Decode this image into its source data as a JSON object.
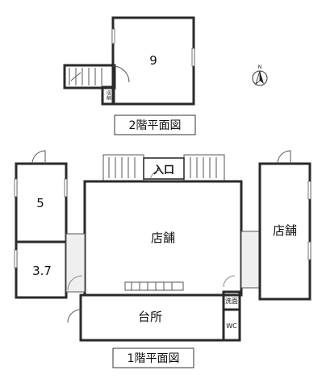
{
  "floor2": {
    "title": "2階平面図",
    "rooms": {
      "room9": "9",
      "storage": "収納"
    }
  },
  "floor1": {
    "title": "1階平面図",
    "rooms": {
      "entrance": "入口",
      "shop_main": "店舗",
      "shop_right": "店舗",
      "room5": "5",
      "room37": "3.7",
      "kitchen": "台所",
      "washroom": "洗面",
      "wc": "WC"
    }
  },
  "compass": {
    "north": "N"
  },
  "colors": {
    "room_fill": "#E8C35A",
    "room_fill_light": "#F4DC97",
    "kitchen_fill": "#BDBDBD",
    "corridor_fill": "#EAEAEA",
    "wall": "#2A2A2A",
    "wc_fill": "#D9EEF7"
  }
}
